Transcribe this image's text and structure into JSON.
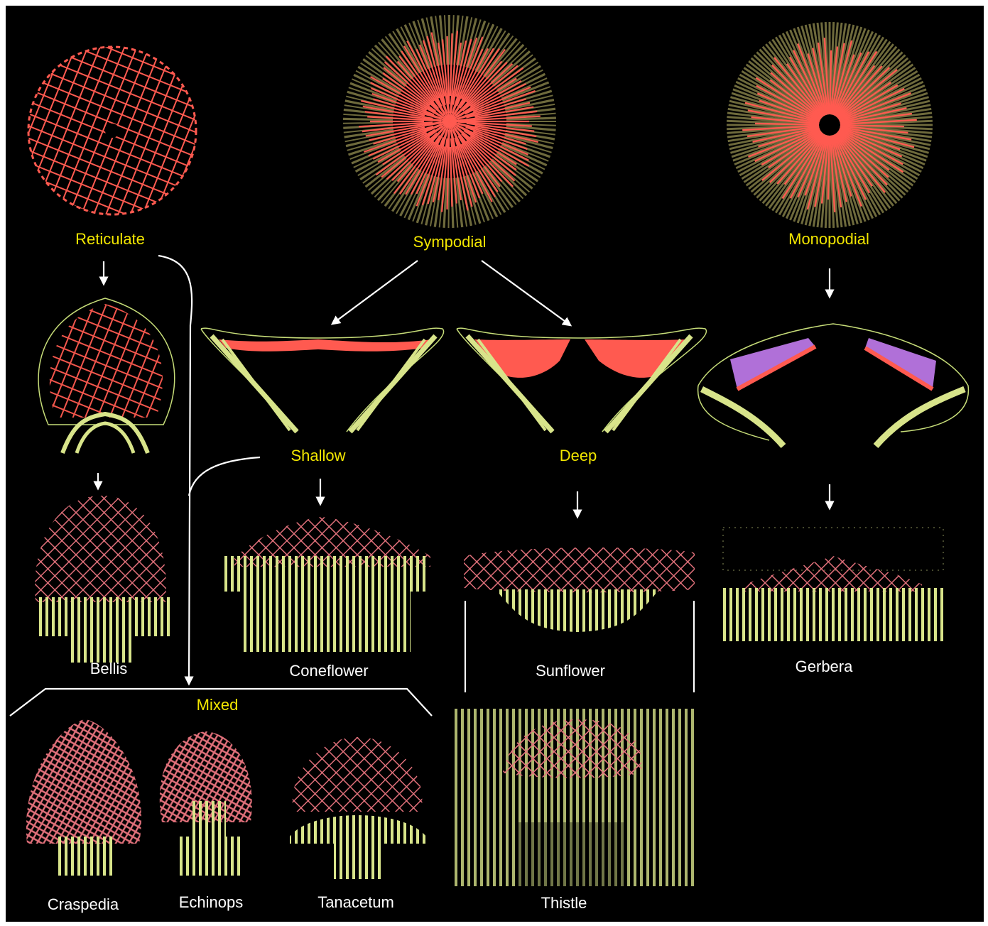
{
  "colors": {
    "background": "#000000",
    "primary_label": "#f2e600",
    "species_label": "#ffffff",
    "arrow": "#ffffff",
    "vascular_red": "#ff5a50",
    "vascular_pink": "#e0707a",
    "vascular_yellow": "#d8e48a",
    "vascular_olive": "#6e6a3c",
    "vascular_purple": "#b070d8"
  },
  "patterns": {
    "reticulate": "Reticulate",
    "sympodial": "Sympodial",
    "monopodial": "Monopodial"
  },
  "subtypes": {
    "shallow": "Shallow",
    "deep": "Deep",
    "mixed": "Mixed"
  },
  "species": {
    "bellis": "Bellis",
    "coneflower": "Coneflower",
    "sunflower": "Sunflower",
    "gerbera": "Gerbera",
    "craspedia": "Craspedia",
    "echinops": "Echinops",
    "tanacetum": "Tanacetum",
    "thistle": "Thistle"
  },
  "icons": [
    "reticulate-network-icon",
    "sympodial-network-icon",
    "monopodial-network-icon",
    "arrow-icon"
  ]
}
